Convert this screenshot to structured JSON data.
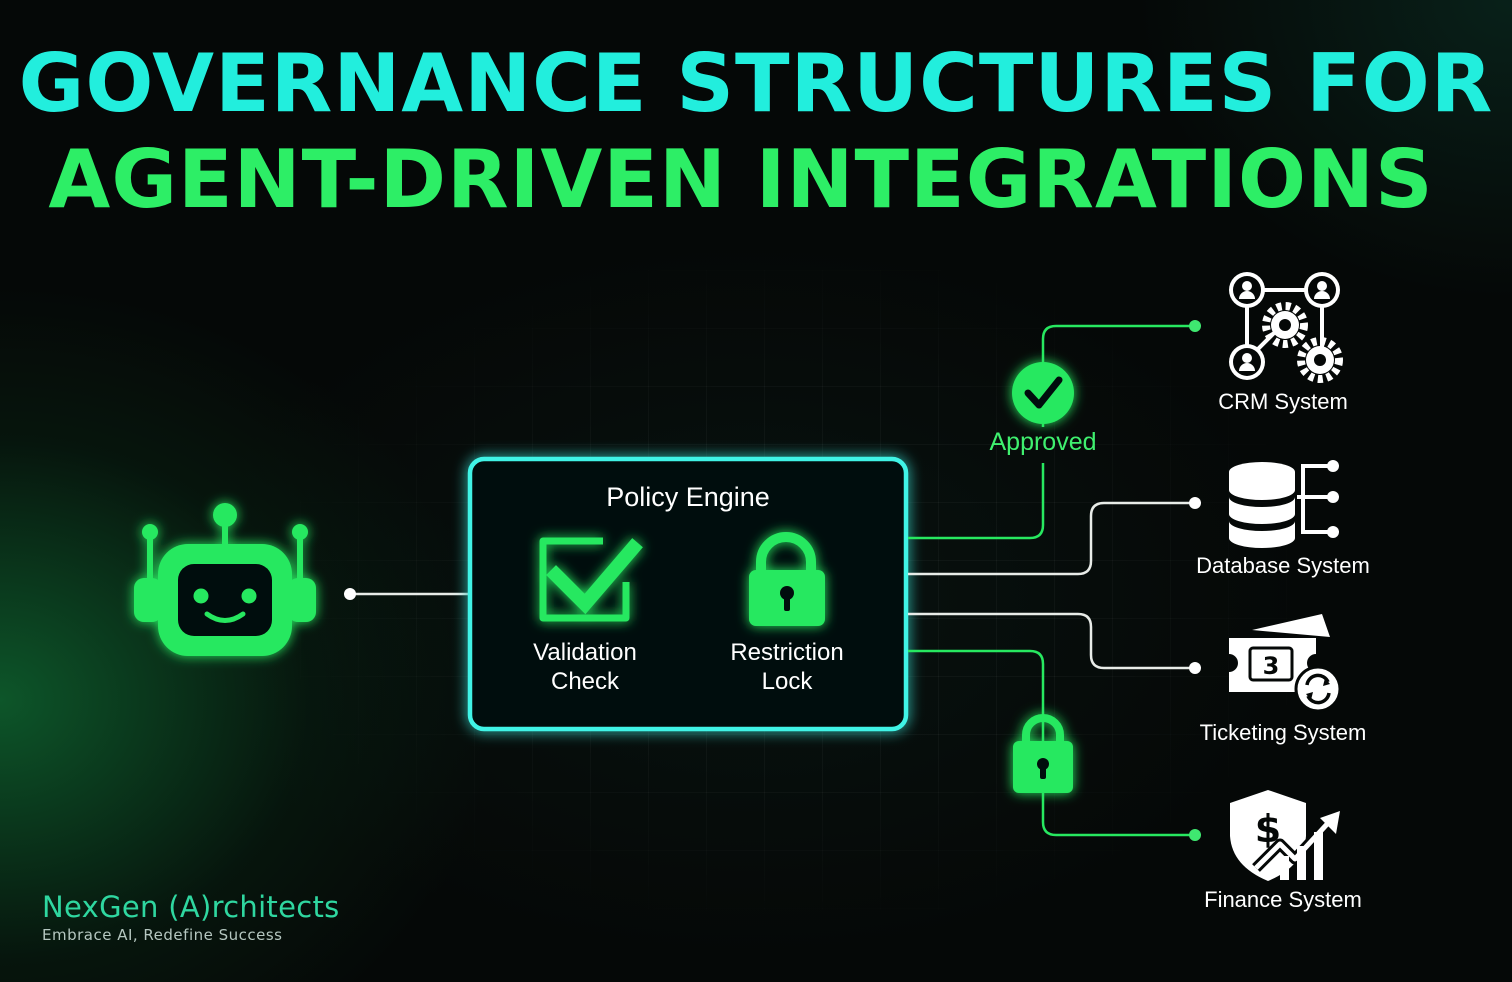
{
  "header": {
    "title_line1": "GOVERNANCE STRUCTURES FOR",
    "title_line2": "AGENT-DRIVEN INTEGRATIONS"
  },
  "policy_engine": {
    "title": "Policy Engine",
    "validation_label": "Validation Check",
    "restriction_label": "Restriction Lock"
  },
  "gate": {
    "approved_label": "Approved"
  },
  "systems": [
    {
      "label": "CRM System",
      "icon": "crm-network-icon"
    },
    {
      "label": "Database System",
      "icon": "database-icon"
    },
    {
      "label": "Ticketing System",
      "icon": "ticket-icon"
    },
    {
      "label": "Finance System",
      "icon": "finance-shield-icon"
    }
  ],
  "brand": {
    "name": "NexGen (A)rchitects",
    "tagline": "Embrace AI, Redefine Success"
  },
  "colors": {
    "title_cyan": "#22eedd",
    "title_green": "#2dee66",
    "accent_green": "#27e860",
    "panel_border": "#3ff3e6",
    "background": "#050807"
  }
}
